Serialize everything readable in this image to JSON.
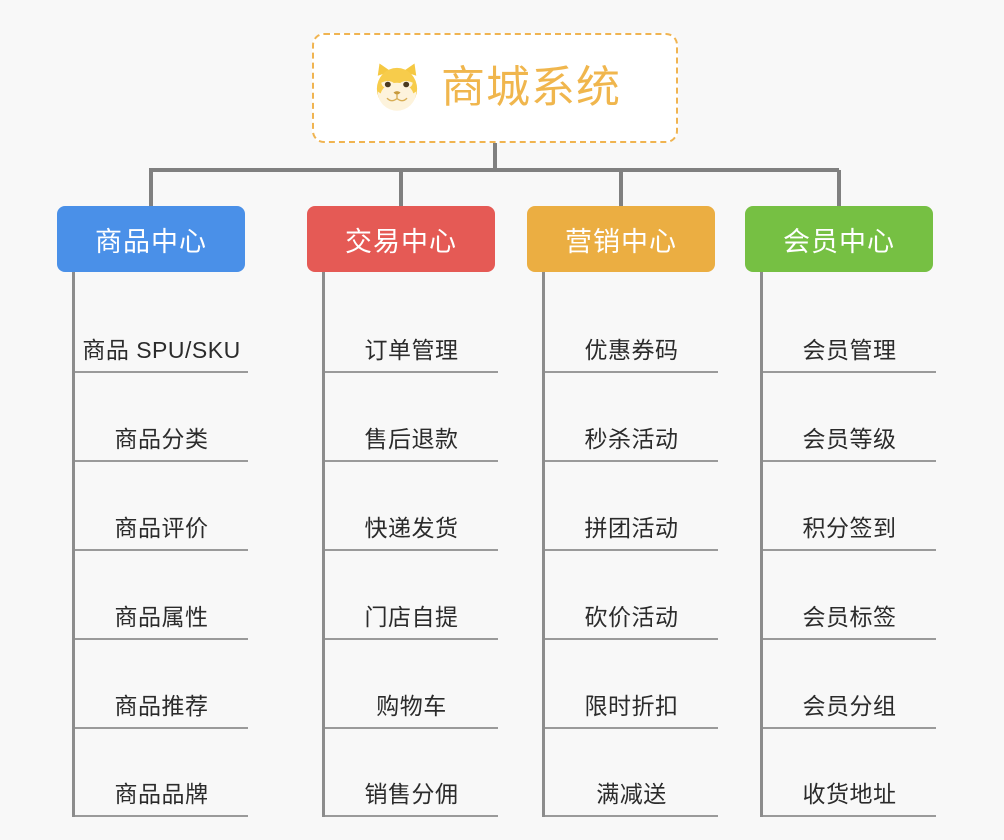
{
  "page": {
    "background_color": "#f8f8f8",
    "diagram_type": "org-chart"
  },
  "root": {
    "title": "商城系统",
    "icon": "shiba-dog-face-emoji",
    "text_color": "#f0b64d",
    "border_color": "#f0b451",
    "fill_color": "#ffffff"
  },
  "connector": {
    "color": "#808080"
  },
  "columns": [
    {
      "id": "product-center",
      "label": "商品中心",
      "color": "#4a90e8",
      "items": [
        {
          "label": "商品 SPU/SKU"
        },
        {
          "label": "商品分类"
        },
        {
          "label": "商品评价"
        },
        {
          "label": "商品属性"
        },
        {
          "label": "商品推荐"
        },
        {
          "label": "商品品牌"
        }
      ]
    },
    {
      "id": "trade-center",
      "label": "交易中心",
      "color": "#e55a55",
      "items": [
        {
          "label": "订单管理"
        },
        {
          "label": "售后退款"
        },
        {
          "label": "快递发货"
        },
        {
          "label": "门店自提"
        },
        {
          "label": "购物车"
        },
        {
          "label": "销售分佣"
        }
      ]
    },
    {
      "id": "marketing-center",
      "label": "营销中心",
      "color": "#ebae42",
      "items": [
        {
          "label": "优惠券码"
        },
        {
          "label": "秒杀活动"
        },
        {
          "label": "拼团活动"
        },
        {
          "label": "砍价活动"
        },
        {
          "label": "限时折扣"
        },
        {
          "label": "满减送"
        }
      ]
    },
    {
      "id": "member-center",
      "label": "会员中心",
      "color": "#76c043",
      "items": [
        {
          "label": "会员管理"
        },
        {
          "label": "会员等级"
        },
        {
          "label": "积分签到"
        },
        {
          "label": "会员标签"
        },
        {
          "label": "会员分组"
        },
        {
          "label": "收货地址"
        }
      ]
    }
  ]
}
